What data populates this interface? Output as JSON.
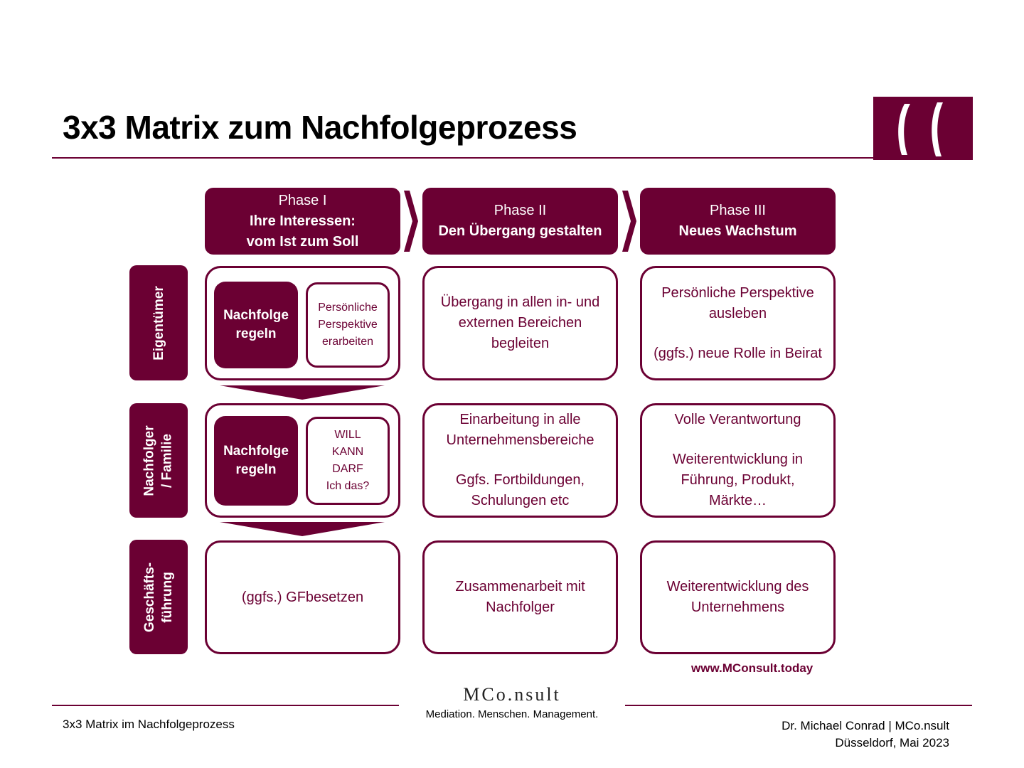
{
  "title": "3x3 Matrix zum Nachfolgeprozess",
  "logo": {
    "name": "MCo.nsult logo"
  },
  "phases": [
    {
      "label": "Phase I",
      "subtitle_line1": "Ihre Interessen:",
      "subtitle_line2": "vom Ist zum Soll"
    },
    {
      "label": "Phase II",
      "subtitle_line1": "Den Übergang gestalten"
    },
    {
      "label": "Phase III",
      "subtitle_line1": "Neues Wachstum"
    }
  ],
  "rows": [
    {
      "label_line1": "Eigentümer"
    },
    {
      "label_line1": "Nachfolger",
      "label_line2": "/ Familie"
    },
    {
      "label_line1": "Geschäfts-",
      "label_line2": "führung"
    }
  ],
  "cells": {
    "r1c1": {
      "dark_line1": "Nachfolge",
      "dark_line2": "regeln",
      "outline_line1": "Persönliche",
      "outline_line2": "Perspektive",
      "outline_line3": "erarbeiten"
    },
    "r1c2": {
      "line1": "Übergang in allen in- und",
      "line2": "externen Bereichen",
      "line3": "begleiten"
    },
    "r1c3": {
      "line1": "Persönliche Perspektive",
      "line2": "ausleben",
      "line3": "(ggfs.) neue Rolle in Beirat"
    },
    "r2c1": {
      "dark_line1": "Nachfolge",
      "dark_line2": "regeln",
      "outline_line1": "WILL",
      "outline_line2": "KANN",
      "outline_line3": "DARF",
      "outline_line4": "Ich das?"
    },
    "r2c2": {
      "line1": "Einarbeitung in alle",
      "line2": "Unternehmensbereiche",
      "line3": "Ggfs. Fortbildungen,",
      "line4": "Schulungen etc"
    },
    "r2c3": {
      "line1": "Volle Verantwortung",
      "line2": "Weiterentwicklung in",
      "line3": "Führung, Produkt,",
      "line4": "Märkte…"
    },
    "r3c1": {
      "line1": "(ggfs.) GFbesetzen"
    },
    "r3c2": {
      "line1": "Zusammenarbeit mit",
      "line2": "Nachfolger"
    },
    "r3c3": {
      "line1": "Weiterentwicklung des",
      "line2": "Unternehmens"
    }
  },
  "website": "www.MConsult.today",
  "footer": {
    "brand_name": "MCo.nsult",
    "brand_tagline": "Mediation. Menschen. Management.",
    "left": "3x3 Matrix im Nachfolgeprozess",
    "right_line1": "Dr. Michael Conrad | MCo.nsult",
    "right_line2": "Düsseldorf, Mai 2023"
  },
  "colors": {
    "accent": "#6b0033",
    "text": "#000000",
    "background": "#ffffff"
  }
}
